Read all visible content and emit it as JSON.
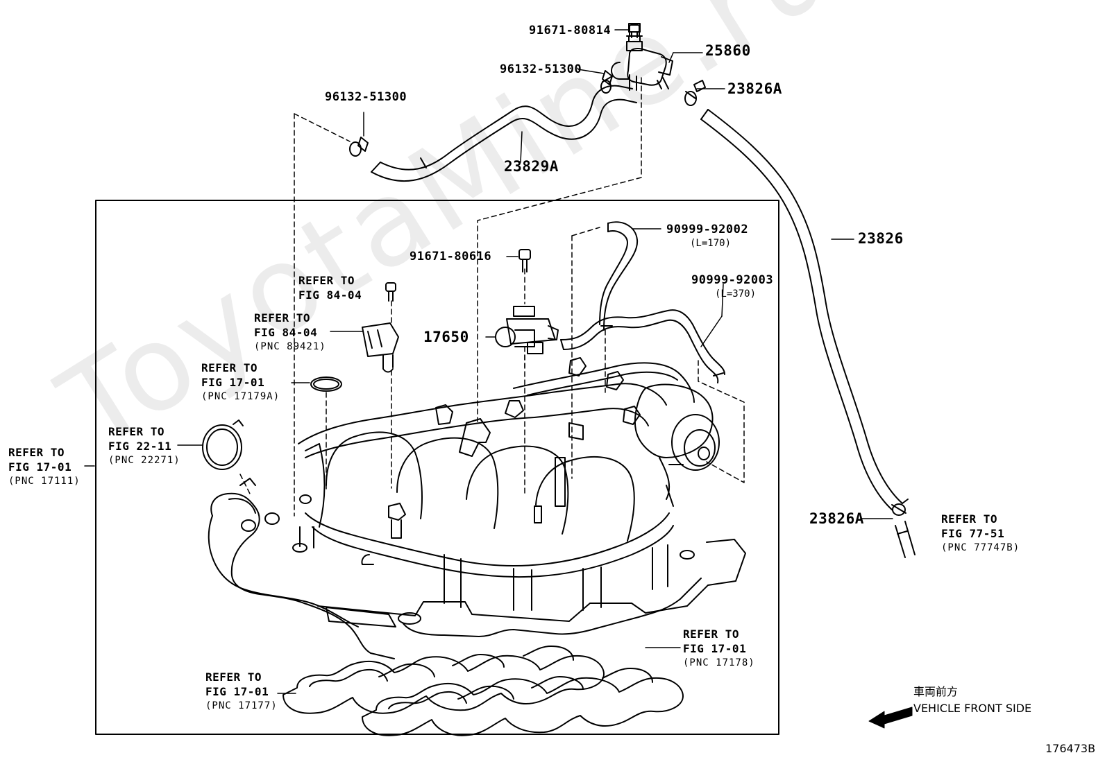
{
  "watermark": "ToyotaMine.ru",
  "figure_code": "176473B",
  "parts": {
    "p91671_80814": "91671-80814",
    "p25860": "25860",
    "p96132_51300_top": "96132-51300",
    "p23826A_top": "23826A",
    "p96132_51300_left": "96132-51300",
    "p23829A": "23829A",
    "p23826": "23826",
    "p90999_92002": "90999-92002",
    "p90999_92002_len": "(L=170)",
    "p91671_80616": "91671-80616",
    "p90999_92003": "90999-92003",
    "p90999_92003_len": "(L=370)",
    "p17650": "17650",
    "p23826A_bottom": "23826A"
  },
  "refs": {
    "r84_bolt": {
      "line1": "REFER TO",
      "line2": "FIG 84-04"
    },
    "r84_sensor": {
      "line1": "REFER TO",
      "line2": "FIG 84-04",
      "pnc": "(PNC 89421)"
    },
    "r17_oring": {
      "line1": "REFER TO",
      "line2": "FIG 17-01",
      "pnc": "(PNC 17179A)"
    },
    "r22_gasket": {
      "line1": "REFER TO",
      "line2": "FIG 22-11",
      "pnc": "(PNC 22271)"
    },
    "r17_manifold": {
      "line1": "REFER TO",
      "line2": "FIG 17-01",
      "pnc": "(PNC 17111)"
    },
    "r77": {
      "line1": "REFER TO",
      "line2": "FIG 77-51",
      "pnc": "(PNC 77747B)"
    },
    "r17_right_gasket": {
      "line1": "REFER TO",
      "line2": "FIG 17-01",
      "pnc": "(PNC 17178)"
    },
    "r17_left_gasket": {
      "line1": "REFER TO",
      "line2": "FIG 17-01",
      "pnc": "(PNC 17177)"
    }
  },
  "direction": {
    "jp": "車両前方",
    "en": "VEHICLE FRONT SIDE"
  }
}
